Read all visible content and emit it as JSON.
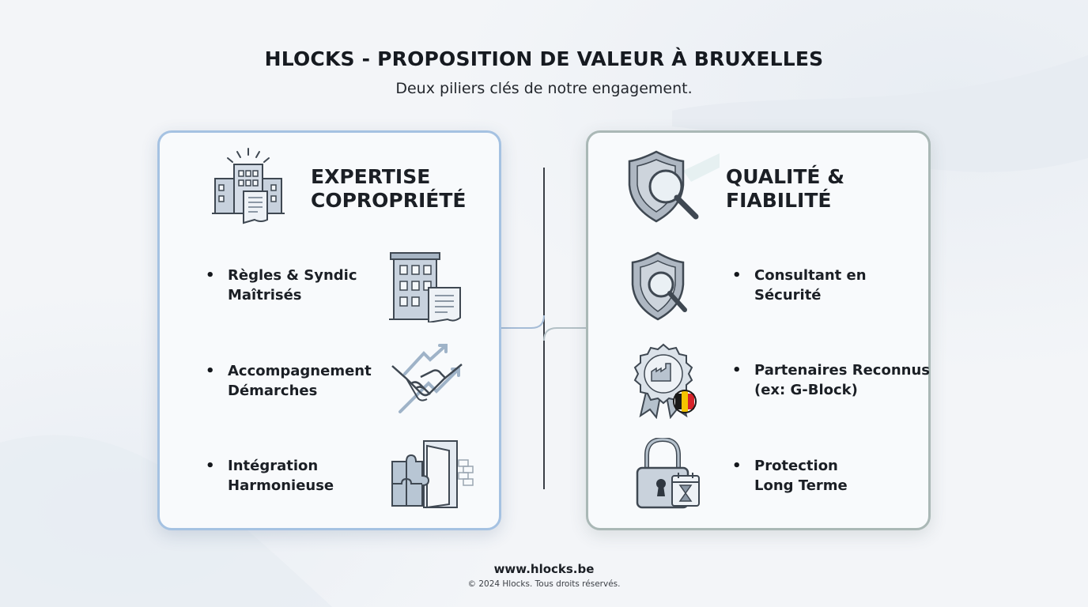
{
  "header": {
    "title": "HLOCKS - PROPOSITION DE VALEUR À BRUXELLES",
    "subtitle": "Deux piliers clés de notre engagement."
  },
  "left_pillar": {
    "title_lines": [
      "EXPERTISE",
      "COPROPRIÉTÉ"
    ],
    "icon": "building-document-icon",
    "items": [
      {
        "lines": [
          "Règles & Syndic",
          "Maîtrisés"
        ],
        "icon": "building-scroll-icon"
      },
      {
        "lines": [
          "Accompagnement",
          "Démarches"
        ],
        "icon": "handshake-icon"
      },
      {
        "lines": [
          "Intégration",
          "Harmonieuse"
        ],
        "icon": "puzzle-door-icon"
      }
    ]
  },
  "right_pillar": {
    "title_lines": [
      "QUALITÉ &",
      "FIABILITÉ"
    ],
    "icon": "shield-magnifier-icon",
    "items": [
      {
        "lines": [
          "Consultant en",
          "Sécurité"
        ],
        "icon": "shield-search-icon"
      },
      {
        "lines": [
          "Partenaires Reconnus",
          "(ex: G-Block)"
        ],
        "icon": "badge-belgium-icon"
      },
      {
        "lines": [
          "Protection",
          "Long Terme"
        ],
        "icon": "padlock-hourglass-icon"
      }
    ]
  },
  "footer": {
    "website": "www.hlocks.be",
    "copyright": "© 2024 Hlocks. Tous droits réservés."
  },
  "colors": {
    "left_border": "#a5c2e2",
    "right_border": "#aab8b6",
    "belgium_black": "#1a1a1a",
    "belgium_yellow": "#f5c400",
    "belgium_red": "#d8232a"
  }
}
